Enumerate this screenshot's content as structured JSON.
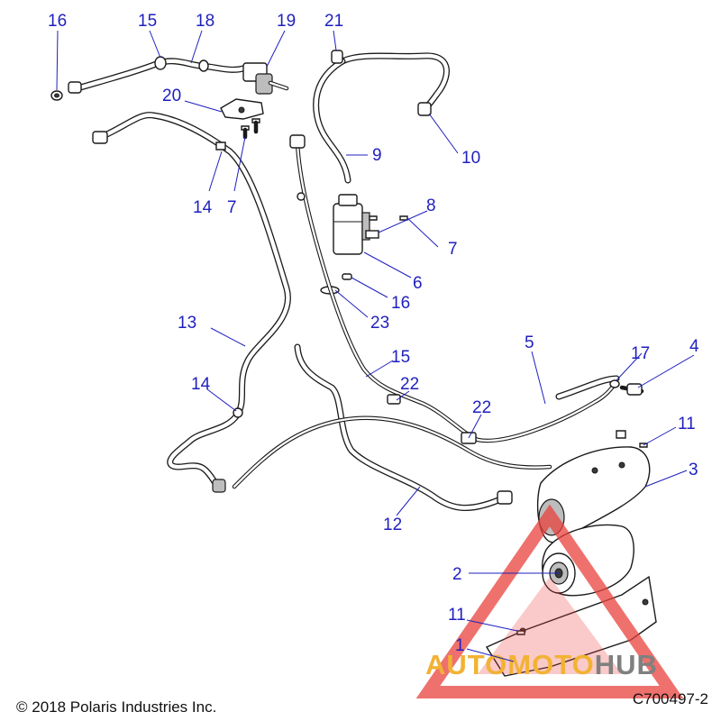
{
  "callouts": [
    "16",
    "15",
    "18",
    "19",
    "21",
    "20",
    "9",
    "10",
    "14",
    "7",
    "8",
    "7",
    "6",
    "16",
    "23",
    "13",
    "15",
    "5",
    "17",
    "4",
    "14",
    "22",
    "22",
    "11",
    "3",
    "12",
    "2",
    "11",
    "1"
  ],
  "footer": {
    "copyright": "© 2018 Polaris Industries Inc.",
    "drawing_id": "C700497-2"
  },
  "watermark": {
    "part1": "AUTOMOTO",
    "part2": "HUB",
    "color1": "#f2b233",
    "color2": "#808080",
    "triangle_color": "#e8413c"
  },
  "colors": {
    "callout": "#1f1fbf",
    "line_art": "#1a1a1a"
  }
}
